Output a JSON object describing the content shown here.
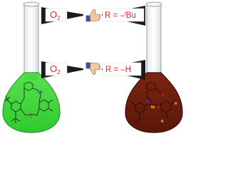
{
  "top_row": {
    "reagent": "O",
    "reagent_subscript": "2",
    "thumb": "thumbs-up",
    "r_prefix": "R = –",
    "r_superscript": "t",
    "r_group": "Bu"
  },
  "bottom_row": {
    "reagent": "O",
    "reagent_subscript": "2",
    "thumb": "thumbs-down",
    "r_text": "R = –H"
  },
  "right_flask": {
    "metal": "Ni",
    "substituent": "R",
    "substituent_2": "R",
    "oxygen_1": "O",
    "oxygen_2": "O",
    "nitrogen": "N"
  },
  "left_flask": {
    "nitrogen": "N",
    "oxygen": "O"
  },
  "colors": {
    "left_solution": "#3ad33a",
    "right_solution": "#6a1d0c",
    "label_red": "#e8262b",
    "arrow_black": "#1b1b1b",
    "glass": "#bfc4c9"
  }
}
